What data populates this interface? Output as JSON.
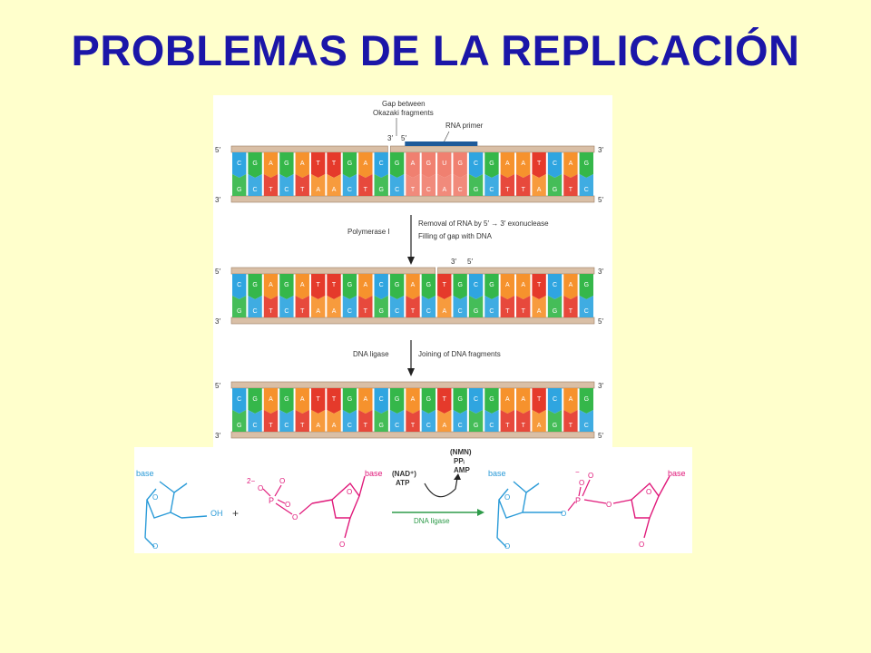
{
  "title": "PROBLEMAS DE LA REPLICACIÓN",
  "labels": {
    "gap": "Gap between",
    "okazaki": "Okazaki fragments",
    "rna_primer": "RNA primer",
    "five_prime": "5′",
    "three_prime": "3′",
    "polymerase": "Polymerase I",
    "removal": "Removal of RNA by 5′ → 3′ exonuclease",
    "filling": "Filling of gap with DNA",
    "ligase": "DNA ligase",
    "joining": "Joining of DNA fragments"
  },
  "dna": {
    "top_strand": [
      "C",
      "G",
      "A",
      "G",
      "A",
      "T",
      "T",
      "G",
      "A",
      "C",
      "G",
      "A",
      "G",
      "U",
      "G",
      "C",
      "G",
      "A",
      "A",
      "T",
      "C",
      "A",
      "G"
    ],
    "bottom_strand": [
      "G",
      "C",
      "T",
      "C",
      "T",
      "A",
      "A",
      "C",
      "T",
      "G",
      "C",
      "T",
      "C",
      "A",
      "C",
      "G",
      "C",
      "T",
      "T",
      "A",
      "G",
      "T",
      "C"
    ],
    "top_strand_repaired": [
      "C",
      "G",
      "A",
      "G",
      "A",
      "T",
      "T",
      "G",
      "A",
      "C",
      "G",
      "A",
      "G",
      "T",
      "G",
      "C",
      "G",
      "A",
      "A",
      "T",
      "C",
      "A",
      "G"
    ],
    "colors": {
      "A": "#F6922D",
      "T": "#E53A2B",
      "G": "#35B74A",
      "C": "#2FA5E0",
      "U": "#F15A3A",
      "primer": "#F08070"
    }
  },
  "chem": {
    "base": "base",
    "oh": "OH",
    "plus": "+",
    "charge_2minus": "2−",
    "p": "P",
    "o": "O",
    "charge_minus": "−",
    "nad": "(NAD⁺)",
    "atp": "ATP",
    "nmn": "(NMN)",
    "ppi": "PPᵢ",
    "amp": "AMP",
    "dna_ligase": "DNA ligase",
    "colors": {
      "blue": "#2B9BD8",
      "pink": "#E0197A",
      "green": "#2E9B4A"
    }
  }
}
